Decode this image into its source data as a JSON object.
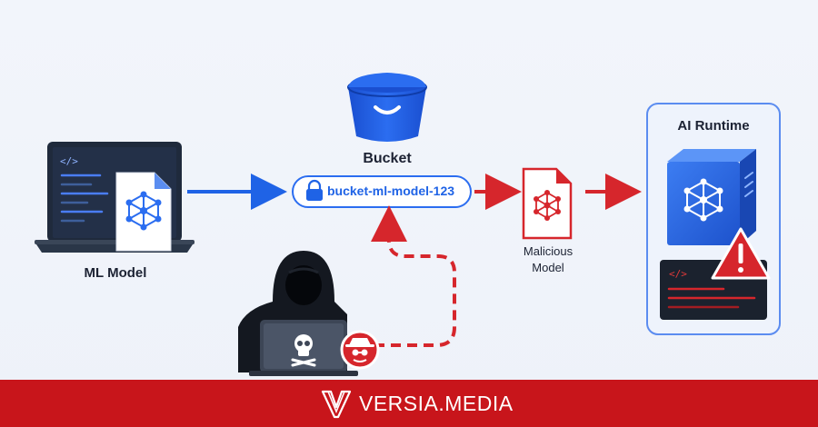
{
  "nodes": {
    "ml_model": "ML Model",
    "bucket": "Bucket",
    "bucket_name": "bucket-ml-model-123",
    "malicious_line1": "Malicious",
    "malicious_line2": "Model",
    "runtime": "AI Runtime"
  },
  "footer": {
    "brand_prefix": "VERSIA",
    "brand_suffix": ".MEDIA"
  },
  "colors": {
    "blue": "#1f63e6",
    "red": "#d6262c",
    "footer_red": "#c8151b"
  }
}
